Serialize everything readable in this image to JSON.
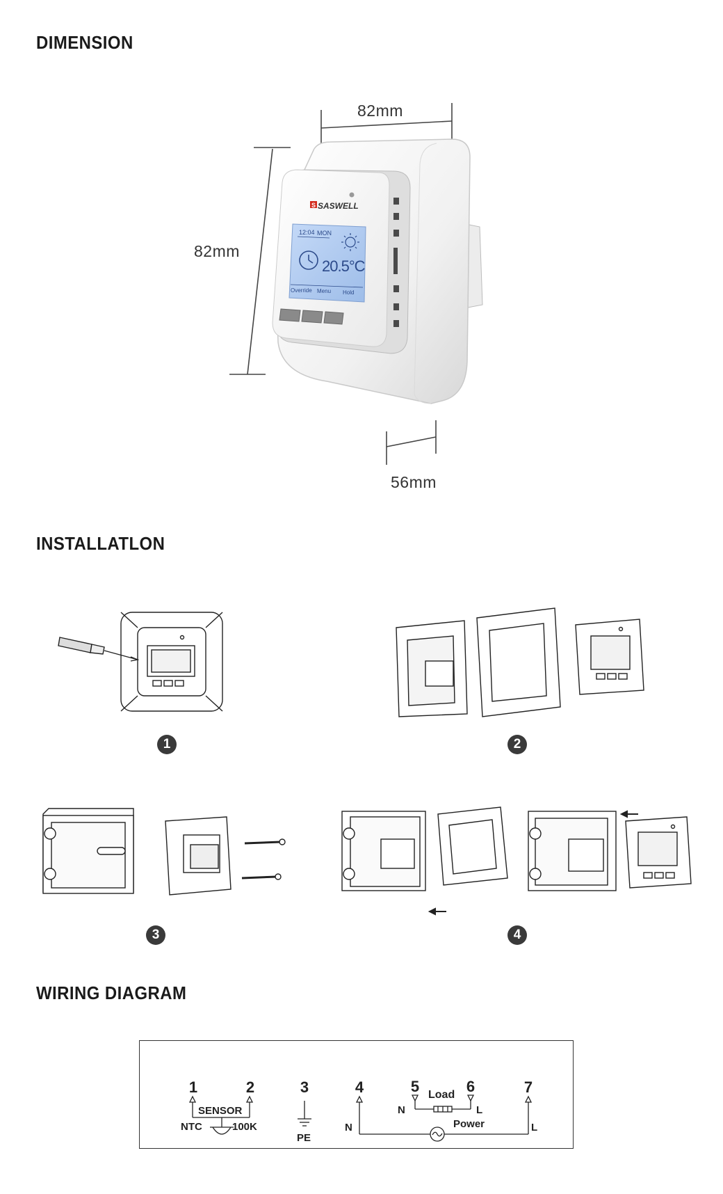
{
  "sections": {
    "dimension": "DIMENSION",
    "installation": "INSTALLATLON",
    "wiring": "WIRING DIAGRAM"
  },
  "dimensions": {
    "width": "82mm",
    "height": "82mm",
    "depth": "56mm"
  },
  "device": {
    "brand": "SASWELL",
    "screen": {
      "time": "12:04",
      "day": "MON",
      "temperature": "20.5°C",
      "soft_keys": [
        "Override",
        "Menu",
        "Hold"
      ]
    }
  },
  "steps": [
    "1",
    "2",
    "3",
    "4"
  ],
  "wiring": {
    "terminals": [
      "1",
      "2",
      "3",
      "4",
      "5",
      "6",
      "7"
    ],
    "sensor_label": "SENSOR",
    "ntc": "NTC",
    "k100": "100K",
    "pe": "PE",
    "load": "Load",
    "power": "Power",
    "n_left": "N",
    "n_load": "N",
    "l_load": "L",
    "l_right": "L"
  },
  "colors": {
    "screen": "#a9c6f0",
    "screen_text": "#2c4a8a",
    "brand_red": "#d32b1e",
    "badge": "#3a3a3a"
  }
}
